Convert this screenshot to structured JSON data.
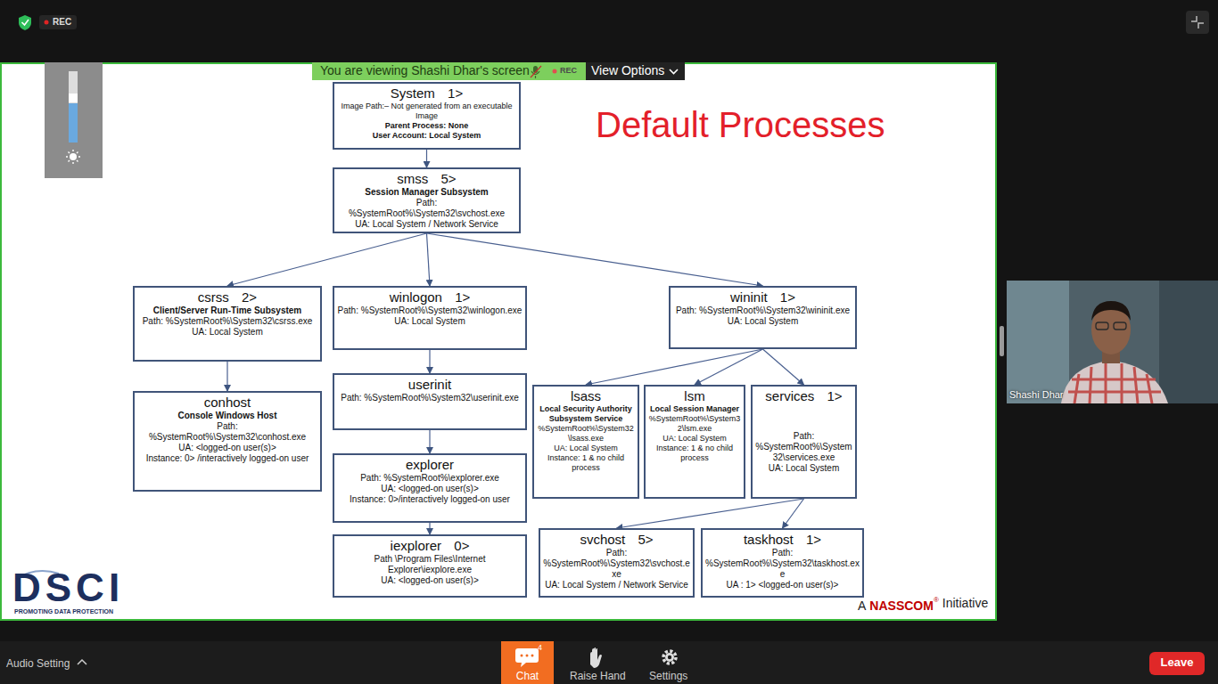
{
  "diagram": {
    "title": "Default Processes",
    "nodes": [
      {
        "text": [
          "System 1>",
          "Image Path:– Not generated from an executable Image",
          "Parent Process: None",
          "User Account: Local System"
        ]
      },
      {
        "text": [
          "smss 5>",
          "Session Manager Subsystem",
          "Path: %SystemRoot%\\System32\\svchost.exe",
          "UA: Local System / Network Service"
        ]
      },
      {
        "text": [
          "csrss 2>",
          "Client/Server Run-Time Subsystem",
          "Path: %SystemRoot%\\System32\\csrss.exe",
          "UA: Local System"
        ]
      },
      {
        "text": [
          "winlogon 1>",
          "Path: %SystemRoot%\\System32\\winlogon.exe",
          "UA: Local System"
        ]
      },
      {
        "text": [
          "wininit 1>",
          "Path: %SystemRoot%\\System32\\wininit.exe",
          "UA: Local System"
        ]
      },
      {
        "text": [
          "conhost",
          "Console Windows Host",
          "Path: %SystemRoot%\\System32\\conhost.exe",
          "UA: <logged-on user(s)>",
          "Instance: 0> /interactively logged-on user"
        ]
      },
      {
        "text": [
          "userinit",
          "Path: %SystemRoot%\\System32\\userinit.exe"
        ]
      },
      {
        "text": [
          "lsass",
          "Local Security Authority Subsystem Service",
          "%SystemRoot%\\System32\\lsass.exe",
          "UA: Local System",
          "Instance: 1 & no child process"
        ]
      },
      {
        "text": [
          "lsm",
          "Local Session Manager",
          "%SystemRoot%\\System32\\lsm.exe",
          "UA: Local System",
          "Instance: 1 & no child process"
        ]
      },
      {
        "text": [
          "services 1>",
          "Path: %SystemRoot%\\System32\\services.exe",
          "UA: Local System"
        ]
      },
      {
        "text": [
          "explorer",
          "Path: %SystemRoot%\\explorer.exe",
          "UA: <logged-on user(s)>",
          "Instance: 0>/interactively logged-on user"
        ]
      },
      {
        "text": [
          "iexplorer 0>",
          "Path \\Program Files\\Internet Explorer\\iexplore.exe",
          "UA: <logged-on user(s)>"
        ]
      },
      {
        "text": [
          "svchost 5>",
          "Path: %SystemRoot%\\System32\\svchost.exe",
          "UA: Local System / Network Service"
        ]
      },
      {
        "text": [
          "taskhost 1>",
          "Path: %SystemRoot%\\System32\\taskhost.exe",
          "UA : 1> <logged-on user(s)>"
        ]
      }
    ],
    "edges": [
      {
        "from": 0,
        "to": 1,
        "arrow": "to"
      },
      {
        "from": 1,
        "to": 2,
        "arrow": "to"
      },
      {
        "from": 1,
        "to": 3,
        "arrow": "to"
      },
      {
        "from": 1,
        "to": 4,
        "arrow": "to"
      },
      {
        "from": 2,
        "to": 5,
        "arrow": "to"
      },
      {
        "from": 3,
        "to": 6,
        "arrow": "to"
      },
      {
        "from": 6,
        "to": 10,
        "arrow": "to"
      },
      {
        "from": 10,
        "to": 11,
        "arrow": "to"
      },
      {
        "from": 4,
        "to": 7,
        "arrow": "to"
      },
      {
        "from": 4,
        "to": 8,
        "arrow": "to"
      },
      {
        "from": 4,
        "to": 9,
        "arrow": "to"
      },
      {
        "from": 9,
        "to": 12,
        "arrow": "to"
      },
      {
        "from": 9,
        "to": 13,
        "arrow": "to"
      }
    ],
    "labels": [
      "REC",
      "You are viewing Shashi Dhar's screen",
      "REC",
      "View Options",
      "Shashi Dhar",
      "DSCI",
      "PROMOTING DATA PROTECTION",
      "A",
      "NASSCOM",
      "®",
      "Initiative",
      "Audio Setting",
      "4",
      "Chat",
      "Raise Hand",
      "Settings",
      "Leave"
    ]
  }
}
